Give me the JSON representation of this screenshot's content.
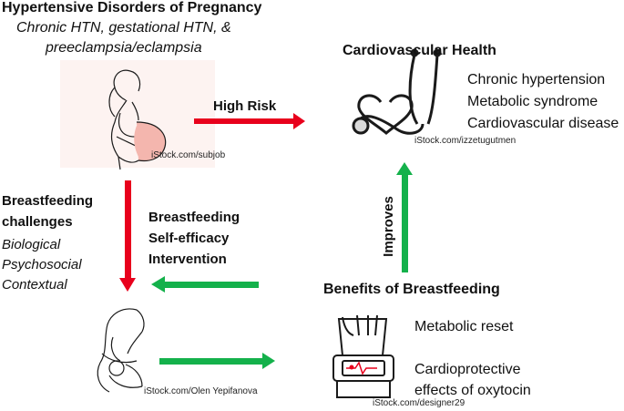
{
  "hdp": {
    "title": "Hypertensive Disorders of Pregnancy",
    "subtitle_line1": "Chronic HTN, gestational HTN, &",
    "subtitle_line2": "preeclampsia/eclampsia",
    "credit": "iStock.com/subjob"
  },
  "high_risk_label": "High Risk",
  "cardio": {
    "title": "Cardiovascular Health",
    "items": [
      "Chronic hypertension",
      "Metabolic syndrome",
      "Cardiovascular disease"
    ],
    "credit": "iStock.com/izzetugutmen"
  },
  "challenges": {
    "title_line1": "Breastfeeding",
    "title_line2": "challenges",
    "items": [
      "Biological",
      "Psychosocial",
      "Contextual"
    ]
  },
  "intervention": {
    "line1": "Breastfeeding",
    "line2": "Self-efficacy",
    "line3": "Intervention"
  },
  "improves_label": "Improves",
  "benefits": {
    "title": "Benefits of Breastfeeding",
    "item1": "Metabolic reset",
    "item2_line1": "Cardioprotective",
    "item2_line2": "effects of oxytocin",
    "credit": "iStock.com/designer29"
  },
  "breastfeeding_credit": "iStock.com/Olen Yepifanova",
  "colors": {
    "red_arrow": "#e8001c",
    "green_arrow": "#14b14b",
    "skin": "#f4b6ae"
  },
  "icons": [
    "pregnant-woman-icon",
    "stethoscope-icon",
    "mother-breastfeeding-icon",
    "wrist-monitor-icon"
  ]
}
